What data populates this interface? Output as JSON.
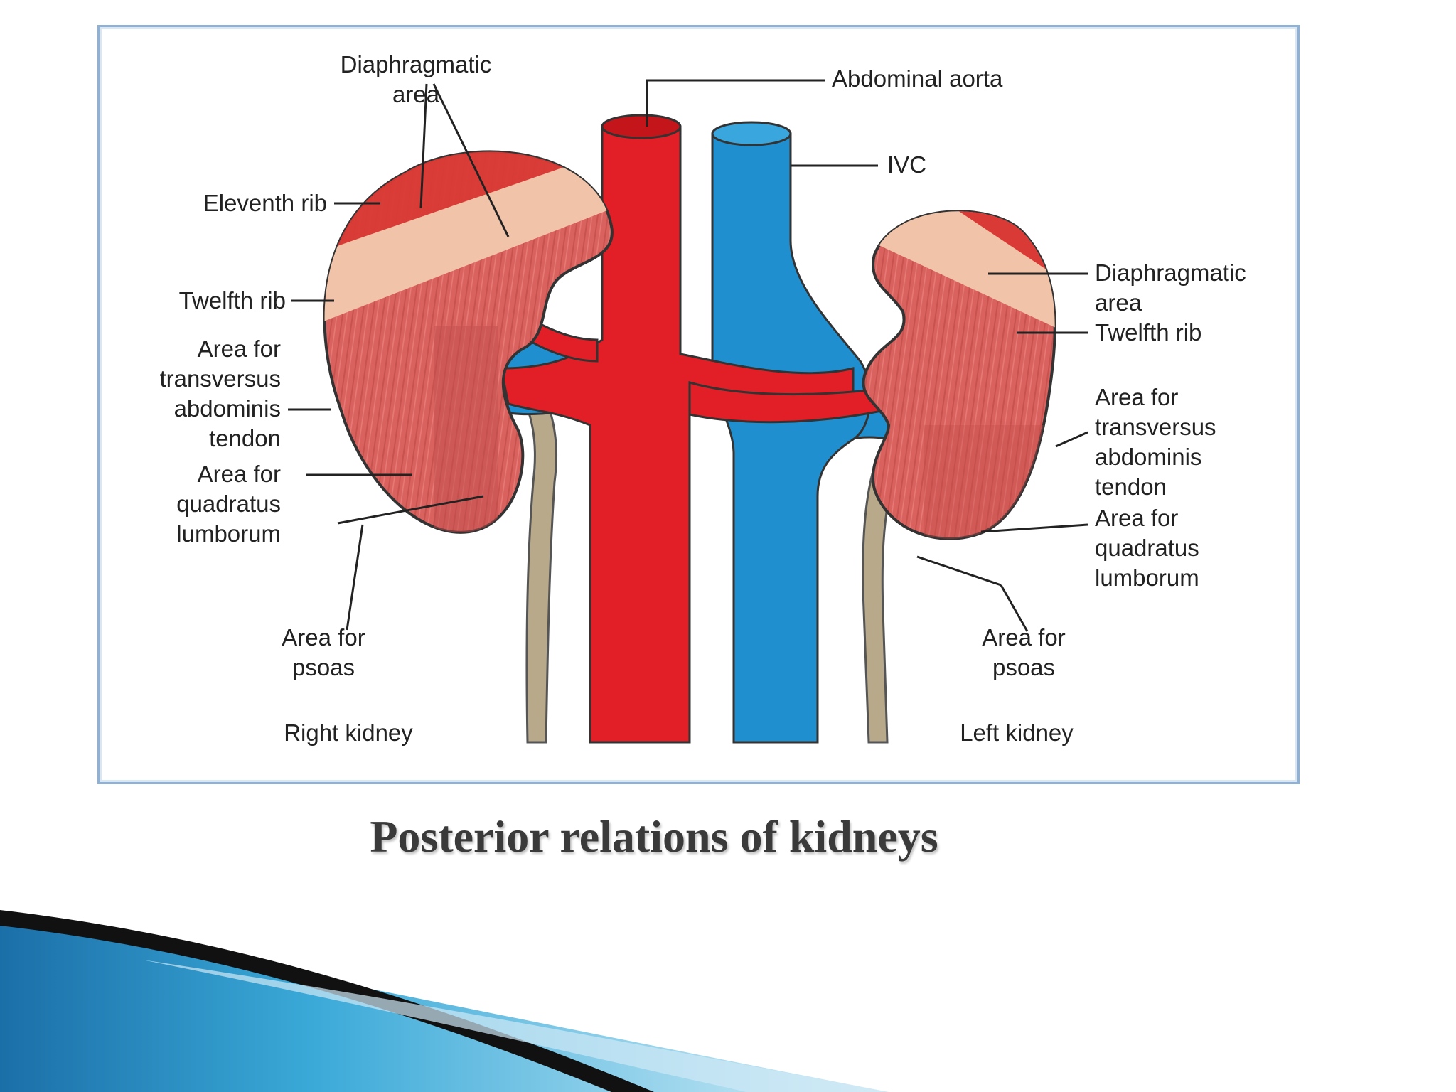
{
  "labels": {
    "diaphragmatic_area_right": "Diaphragmatic\narea",
    "abdominal_aorta": "Abdominal aorta",
    "ivc": "IVC",
    "eleventh_rib": "Eleventh rib",
    "twelfth_rib_right": "Twelfth rib",
    "transversus_right": "Area for\ntransversus\nabdominis\ntendon",
    "quadratus_right": "Area for\nquadratus\nlumborum",
    "psoas_right": "Area for\npsoas",
    "right_kidney": "Right kidney",
    "diaphragmatic_area_left": "Diaphragmatic\narea",
    "twelfth_rib_left": "Twelfth rib",
    "transversus_left": "Area for\ntransversus\nabdominis\ntendon",
    "quadratus_left": "Area for\nquadratus\nlumborum",
    "psoas_left": "Area for\npsoas",
    "left_kidney": "Left kidney"
  },
  "slide_title": "Posterior relations of kidneys",
  "colors": {
    "aorta": "#e21f26",
    "ivc": "#1f8fd0",
    "kidney": "#d9625f",
    "rib_band": "#f1c4a9",
    "diaphragm": "#d93a35",
    "ureter": "#b8a98a",
    "frame": "#8fb1d6",
    "swoosh_blue": "#1b8fc4"
  },
  "icons": {
    "decoration": "blue-swoosh-decoration"
  }
}
